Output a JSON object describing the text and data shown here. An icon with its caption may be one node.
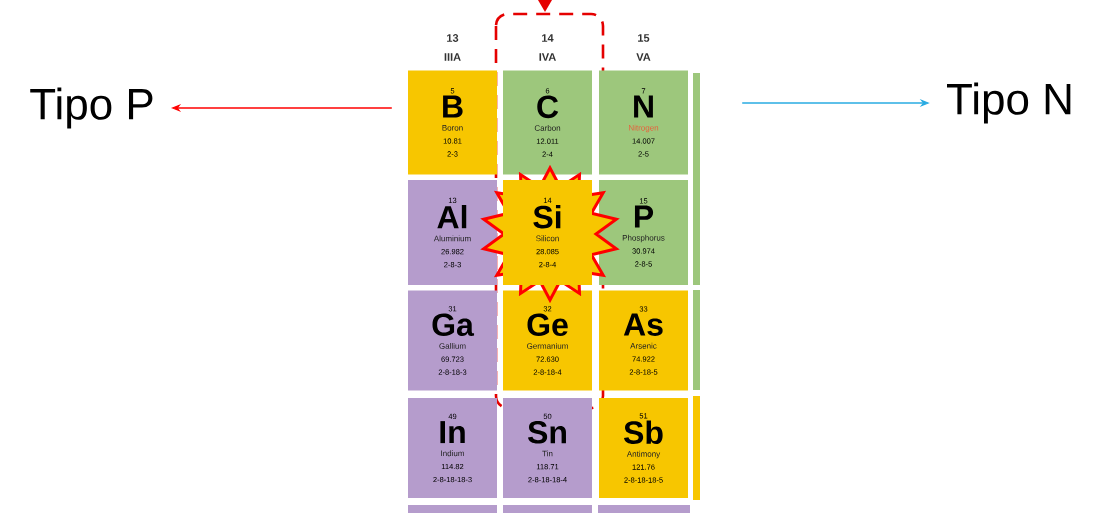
{
  "diagram": {
    "nodes": [
      {
        "text": [
          "Tipo P"
        ]
      },
      {
        "text": [
          "5",
          "B",
          "Boron",
          "10.81",
          "2-3"
        ]
      },
      {
        "text": [
          "6",
          "C",
          "Carbon",
          "12.011",
          "2-4"
        ]
      },
      {
        "text": [
          "7",
          "N",
          "Nitrogen",
          "14.007",
          "2-5"
        ]
      },
      {
        "text": [
          "13",
          "Al",
          "Aluminium",
          "26.982",
          "2-8-3"
        ]
      },
      {
        "text": [
          "14",
          "Si",
          "Silicon",
          "28.085",
          "2-8-4"
        ]
      },
      {
        "text": [
          "15",
          "P",
          "Phosphorus",
          "30.974",
          "2-8-5"
        ]
      },
      {
        "text": [
          "31",
          "Ga",
          "Gallium",
          "69.723",
          "2-8-18-3"
        ]
      },
      {
        "text": [
          "32",
          "Ge",
          "Germanium",
          "72.630",
          "2-8-18-4"
        ]
      },
      {
        "text": [
          "33",
          "As",
          "Arsenic",
          "74.922",
          "2-8-18-5"
        ]
      },
      {
        "text": [
          "49",
          "In",
          "Indium",
          "114.82",
          "2-8-18-18-3"
        ]
      },
      {
        "text": [
          "50",
          "Sn",
          "Tin",
          "118.71",
          "2-8-18-18-4"
        ]
      },
      {
        "text": [
          "51",
          "Sb",
          "Antimony",
          "121.76",
          "2-8-18-18-5"
        ]
      },
      {
        "text": [
          "Tipo N"
        ]
      }
    ],
    "edges": [
      {
        "from": 1,
        "to": 0,
        "arrow": "to",
        "color": "#ff0000"
      },
      {
        "from": 3,
        "to": 13,
        "arrow": "to",
        "color": "#29abe2"
      }
    ],
    "labels": [
      "13",
      "IIIA",
      "14",
      "IVA",
      "15",
      "VA"
    ]
  }
}
